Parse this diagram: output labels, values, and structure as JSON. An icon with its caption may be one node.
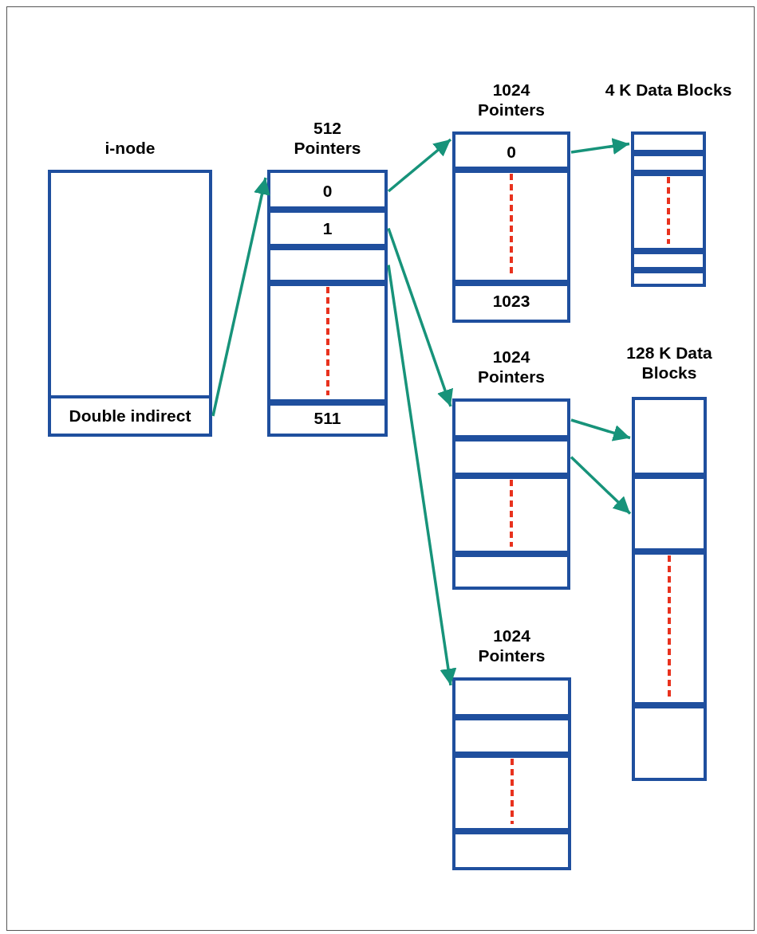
{
  "diagram": {
    "nodes": [
      {
        "text": [
          "i-node"
        ]
      },
      {
        "text": [
          "Double indirect"
        ],
        "in": 0
      },
      {
        "text": [
          "512 Pointers"
        ]
      },
      {
        "text": [
          "0"
        ],
        "in": 2
      },
      {
        "text": [
          "1"
        ],
        "in": 2
      },
      {
        "text": [],
        "shape": "box",
        "in": 2
      },
      {
        "text": [],
        "shape": "box",
        "in": 2
      },
      {
        "text": [
          "511"
        ],
        "in": 2
      },
      {
        "text": [
          "1024 Pointers"
        ]
      },
      {
        "text": [
          "0"
        ],
        "in": 8
      },
      {
        "text": [],
        "shape": "box",
        "in": 8
      },
      {
        "text": [
          "1023"
        ],
        "in": 8
      },
      {
        "text": [
          "4 K Data Blocks"
        ]
      },
      {
        "text": [],
        "shape": "box",
        "in": 12
      },
      {
        "text": [],
        "shape": "box",
        "in": 12
      },
      {
        "text": [],
        "shape": "box",
        "in": 12
      },
      {
        "text": [],
        "shape": "box",
        "in": 12
      },
      {
        "text": [],
        "shape": "box",
        "in": 12
      },
      {
        "text": [
          "1024 Pointers"
        ]
      },
      {
        "text": [],
        "shape": "box",
        "in": 18
      },
      {
        "text": [],
        "shape": "box",
        "in": 18
      },
      {
        "text": [],
        "shape": "box",
        "in": 18
      },
      {
        "text": [],
        "shape": "box",
        "in": 18
      },
      {
        "text": [
          "128 K Data Blocks"
        ]
      },
      {
        "text": [],
        "shape": "box",
        "in": 23
      },
      {
        "text": [],
        "shape": "box",
        "in": 23
      },
      {
        "text": [],
        "shape": "box",
        "in": 23
      },
      {
        "text": [],
        "shape": "box",
        "in": 23
      },
      {
        "text": [
          "1024 Pointers"
        ]
      },
      {
        "text": [],
        "shape": "box",
        "in": 28
      },
      {
        "text": [],
        "shape": "box",
        "in": 28
      },
      {
        "text": [],
        "shape": "box",
        "in": 28
      },
      {
        "text": [],
        "shape": "box",
        "in": 28
      }
    ],
    "edges": [
      {
        "from": 1,
        "to": 2,
        "arrow": "to"
      },
      {
        "from": 3,
        "to": 8,
        "arrow": "to"
      },
      {
        "from": 9,
        "to": 13,
        "arrow": "to"
      },
      {
        "from": 4,
        "to": 18,
        "arrow": "to"
      },
      {
        "from": 5,
        "to": 28,
        "arrow": "to"
      },
      {
        "from": 19,
        "to": 24,
        "arrow": "to"
      },
      {
        "from": 20,
        "to": 25,
        "arrow": "to"
      }
    ]
  }
}
